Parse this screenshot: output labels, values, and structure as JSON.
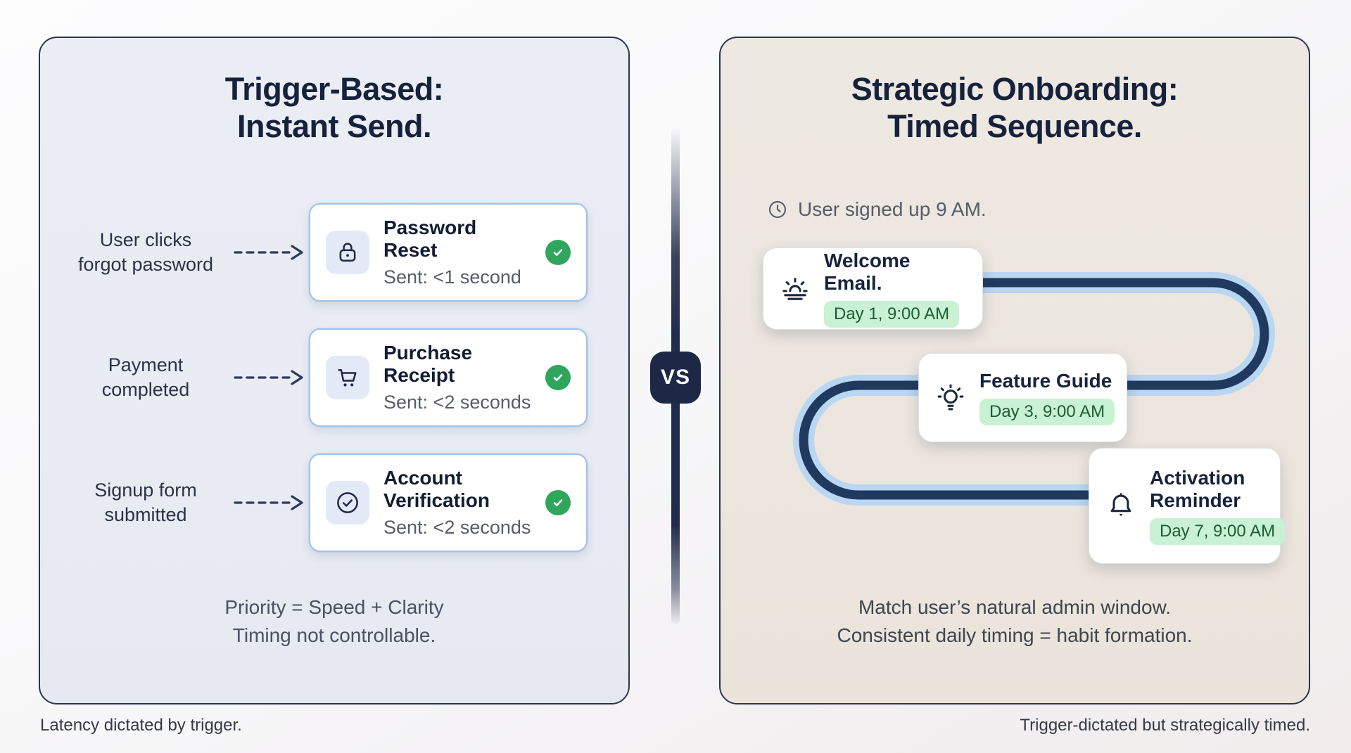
{
  "page": {
    "vs_label": "VS",
    "left_caption": "Latency dictated by trigger.",
    "right_caption": "Trigger-dictated but strategically timed."
  },
  "left_panel": {
    "title": "Trigger-Based:\nInstant Send.",
    "rows": [
      {
        "label": "User clicks\nforgot password",
        "icon": "lock-icon",
        "title": "Password Reset",
        "subtitle": "Sent: <1 second",
        "status_icon": "check-circle-icon"
      },
      {
        "label": "Payment\ncompleted",
        "icon": "cart-icon",
        "title": "Purchase Receipt",
        "subtitle": "Sent: <2 seconds",
        "status_icon": "check-circle-icon"
      },
      {
        "label": "Signup form\nsubmitted",
        "icon": "verified-icon",
        "title": "Account Verification",
        "subtitle": "Sent: <2 seconds",
        "status_icon": "check-circle-icon"
      }
    ],
    "footer": "Priority = Speed + Clarity\nTiming not controllable."
  },
  "right_panel": {
    "title": "Strategic Onboarding:\nTimed Sequence.",
    "signup_note": "User signed up 9 AM.",
    "signup_note_icon": "clock-icon",
    "steps": [
      {
        "title": "Welcome Email.",
        "badge": "Day 1, 9:00 AM",
        "icon": "sunrise-icon"
      },
      {
        "title": "Feature Guide",
        "badge": "Day 3, 9:00 AM",
        "icon": "lightbulb-icon"
      },
      {
        "title": "Activation Reminder",
        "badge": "Day 7, 9:00 AM",
        "icon": "bell-icon"
      }
    ],
    "footer": "Match user’s natural admin window.\nConsistent daily timing = habit formation."
  },
  "colors": {
    "navy": "#1e2a47",
    "title_text": "#16213c",
    "left_panel_bg": "#e9ecf3",
    "right_panel_bg": "#ece6df",
    "panel_border": "#2a3552",
    "card_border_blue": "#a3c3e8",
    "icon_tile_bg": "#e3eaf7",
    "success_green": "#2fa65c",
    "badge_green_bg": "#c9f1d3",
    "badge_green_text": "#1d5c35",
    "path_outer_blue": "#b9d6f2",
    "path_inner_navy": "#20395e",
    "muted_text": "#565d6a",
    "footer_text": "#4a5160",
    "caption_text": "#343b46"
  }
}
